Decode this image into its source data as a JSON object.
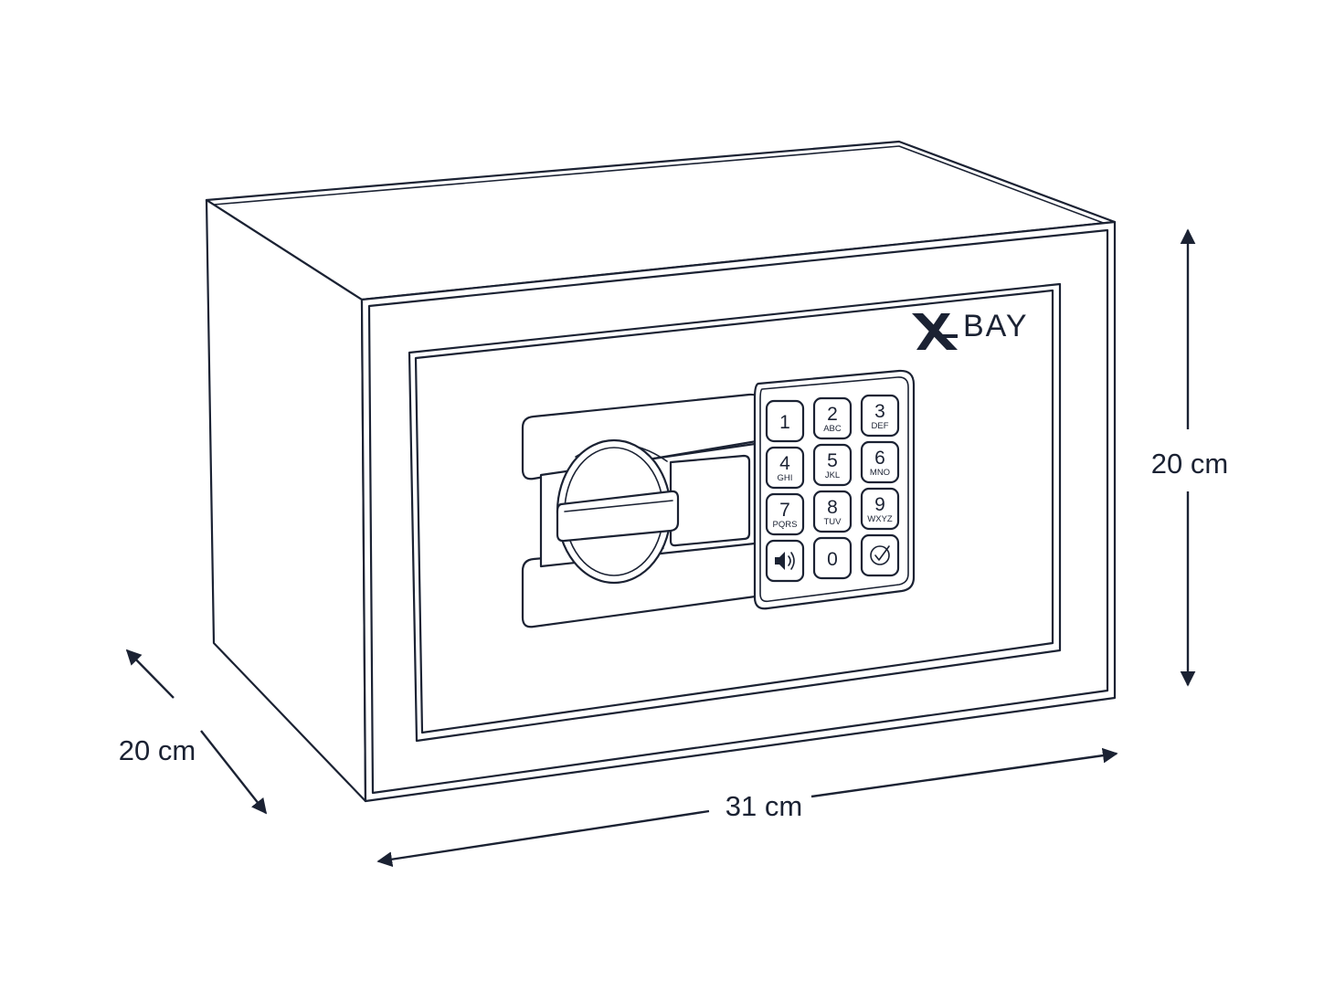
{
  "brand": {
    "logo_text": "BAY"
  },
  "dimensions": {
    "height": "20 cm",
    "width": "31 cm",
    "depth": "20 cm"
  },
  "keypad": {
    "keys": [
      {
        "digit": "1",
        "letters": ""
      },
      {
        "digit": "2",
        "letters": "ABC"
      },
      {
        "digit": "3",
        "letters": "DEF"
      },
      {
        "digit": "4",
        "letters": "GHI"
      },
      {
        "digit": "5",
        "letters": "JKL"
      },
      {
        "digit": "6",
        "letters": "MNO"
      },
      {
        "digit": "7",
        "letters": "PQRS"
      },
      {
        "digit": "8",
        "letters": "TUV"
      },
      {
        "digit": "9",
        "letters": "WXYZ"
      },
      {
        "digit": "",
        "letters": "",
        "icon": "speaker-icon"
      },
      {
        "digit": "0",
        "letters": ""
      },
      {
        "digit": "",
        "letters": "",
        "icon": "check-icon"
      }
    ]
  },
  "colors": {
    "line": "#1b2233",
    "background": "#ffffff"
  }
}
